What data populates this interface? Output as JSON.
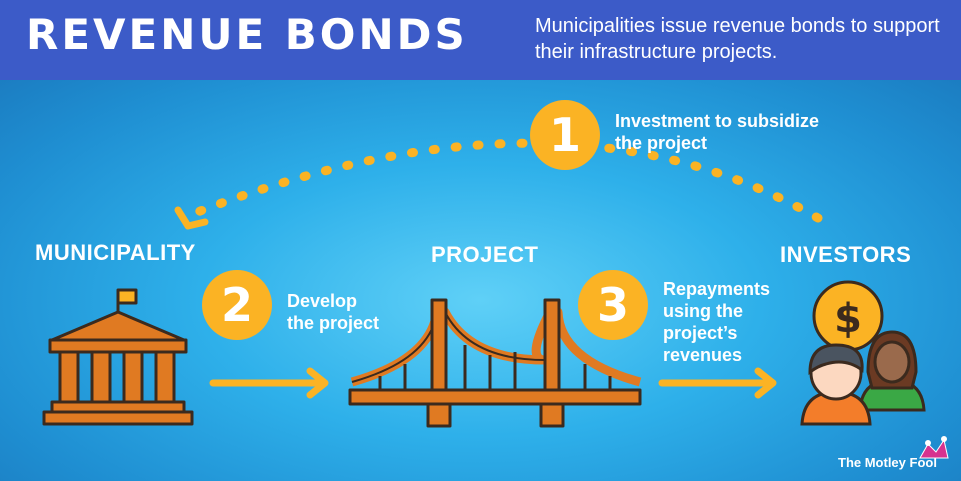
{
  "header": {
    "title": "REVENUE BONDS",
    "subtitle": "Municipalities issue revenue bonds to support their infrastructure projects."
  },
  "nodes": {
    "municipality": "MUNICIPALITY",
    "project": "PROJECT",
    "investors": "INVESTORS"
  },
  "steps": [
    {
      "number": "1",
      "text_lines": [
        "Investment to subsidize",
        "the project"
      ]
    },
    {
      "number": "2",
      "text_lines": [
        "Develop",
        "the project"
      ]
    },
    {
      "number": "3",
      "text_lines": [
        "Repayments",
        "using the",
        "project’s",
        "revenues"
      ]
    }
  ],
  "icons": {
    "money_symbol": "$"
  },
  "brand": {
    "logo_text": "The Motley Fool"
  },
  "colors": {
    "header_bg": "#3c5bc8",
    "accent_yellow": "#fbb324",
    "building_orange": "#e07a22",
    "outline": "#3b2a1e"
  }
}
